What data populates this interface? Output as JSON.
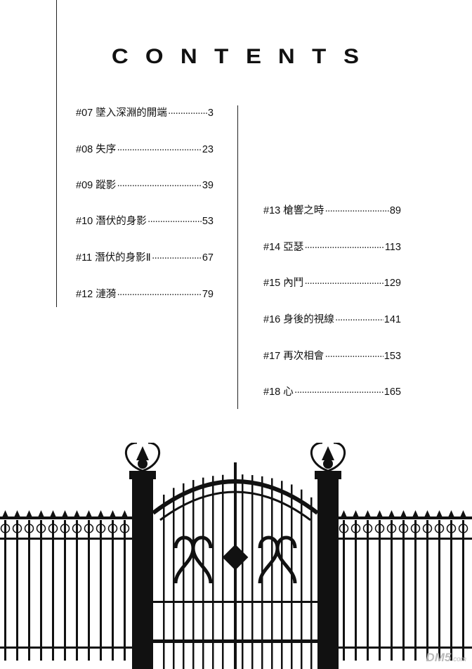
{
  "title": "CONTENTS",
  "left_entries": [
    {
      "num": "#07",
      "title": "墜入深淵的開端",
      "page": "3"
    },
    {
      "num": "#08",
      "title": "失序",
      "page": "23"
    },
    {
      "num": "#09",
      "title": "蹤影",
      "page": "39"
    },
    {
      "num": "#10",
      "title": "潛伏的身影",
      "page": "53"
    },
    {
      "num": "#11",
      "title": "潛伏的身影Ⅱ",
      "page": "67"
    },
    {
      "num": "#12",
      "title": "漣漪",
      "page": "79"
    }
  ],
  "right_entries": [
    {
      "num": "#13",
      "title": "槍響之時",
      "page": "89"
    },
    {
      "num": "#14",
      "title": "亞瑟",
      "page": "113"
    },
    {
      "num": "#15",
      "title": "內鬥",
      "page": "129"
    },
    {
      "num": "#16",
      "title": "身後的視線",
      "page": "141"
    },
    {
      "num": "#17",
      "title": "再次相會",
      "page": "153"
    },
    {
      "num": "#18",
      "title": "心",
      "page": "165"
    }
  ],
  "watermark": {
    "brand": "DM5",
    "suffix": ".com"
  }
}
